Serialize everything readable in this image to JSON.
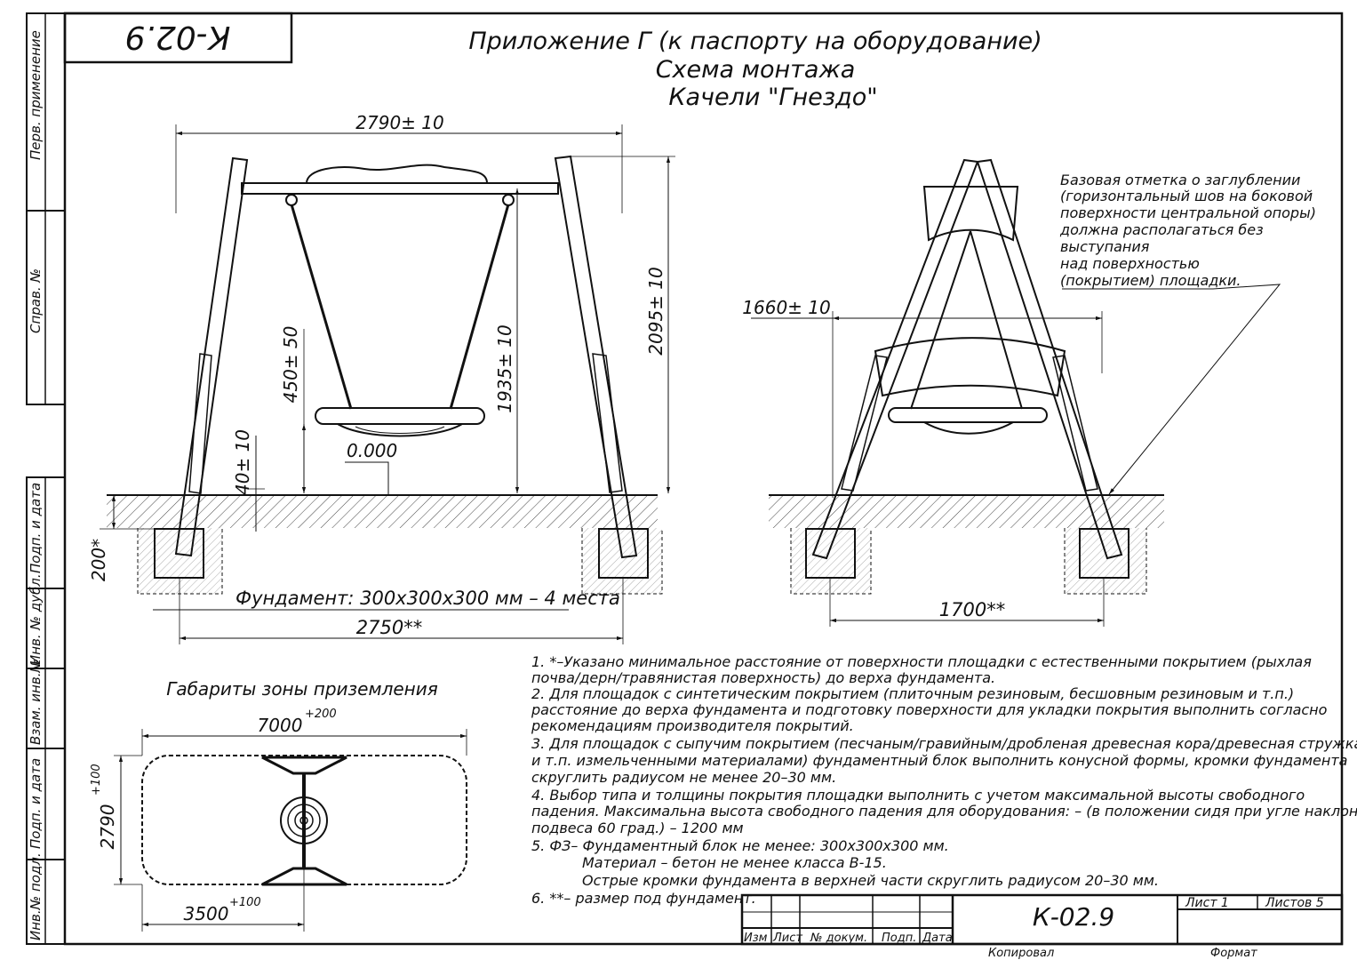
{
  "stamp_code_top": "К-02.9",
  "title": {
    "line1": "Приложение Г (к паспорту на оборудование)",
    "line2": "Схема монтажа",
    "line3": "Качели \"Гнездо\""
  },
  "side_strip": {
    "perv_primenenie": "Перв. применение",
    "sprav_no": "Справ. №",
    "podp_i_data_1": "Подп. и дата",
    "inv_no_dubl": "Инв. № дубл.",
    "vzam_inv_no": "Взам. инв.№",
    "podp_i_data_2": "Подп. и дата",
    "inv_no_podl": "Инв.№ подл."
  },
  "front_view": {
    "dim_top_width": "2790± 10",
    "dim_total_height": "2095± 10",
    "dim_beam_height": "1935± 10",
    "dim_seat_height": "450± 50",
    "dim_clearance": "40± 10",
    "level_mark": "0.000",
    "dim_depth": "200*",
    "foundation_label": "Фундамент: 300х300х300 мм – 4 места",
    "dim_base": "2750**"
  },
  "side_view": {
    "dim_top_width": "1660± 10",
    "dim_base": "1700**",
    "note": [
      "Базовая отметка о заглублении",
      "(горизонтальный шов на боковой",
      "поверхности центральной опоры)",
      "должна располагаться без",
      "выступания",
      "над поверхностью",
      "(покрытием) площадки."
    ]
  },
  "landing_zone": {
    "title": "Габариты зоны приземления",
    "dim_length": "7000",
    "dim_length_tol": "+200",
    "dim_width": "2790",
    "dim_width_tol": "+100",
    "dim_half": "3500",
    "dim_half_tol": "+100"
  },
  "notes": [
    "1. *–Указано минимальное расстояние от поверхности площадки с естественными покрытием (рыхлая",
    "почва/дерн/травянистая поверхность) до верха фундамента.",
    "2. Для площадок с синтетическим покрытием (плиточным резиновым, бесшовным резиновым и т.п.)",
    "расстояние до верха фундамента и подготовку поверхности для укладки покрытия выполнить согласно",
    "рекомендациям производителя покрытий.",
    "3. Для площадок с сыпучим покрытием (песчаным/гравийным/дробленая древесная кора/древесная стружка",
    "и т.п. измельченными материалами) фундаментный блок выполнить конусной формы, кромки фундамента",
    "скруглить радиусом не менее 20–30 мм.",
    "4. Выбор типа и толщины покрытия площадки выполнить с учетом максимальной высоты свободного",
    "падения. Максимальна высота свободного падения для оборудования: – (в положении сидя при угле наклона",
    "подвеса 60 град.) – 1200 мм",
    "5. ФЗ– Фундаментный блок не менее: 300х300х300 мм.",
    "Материал – бетон не менее класса В-15.",
    "Острые кромки фундамента в верхней части скруглить радиусом 20–30 мм.",
    "6. **– размер под фундамент."
  ],
  "title_block": {
    "code": "К-02.9",
    "sheet": "Лист 1",
    "sheets": "Листов 5",
    "col_izm": "Изм",
    "col_list": "Лист",
    "col_dokum": "№ докум.",
    "col_podp": "Подп.",
    "col_data": "Дата",
    "kopiroval": "Копировал",
    "format": "Формат"
  }
}
